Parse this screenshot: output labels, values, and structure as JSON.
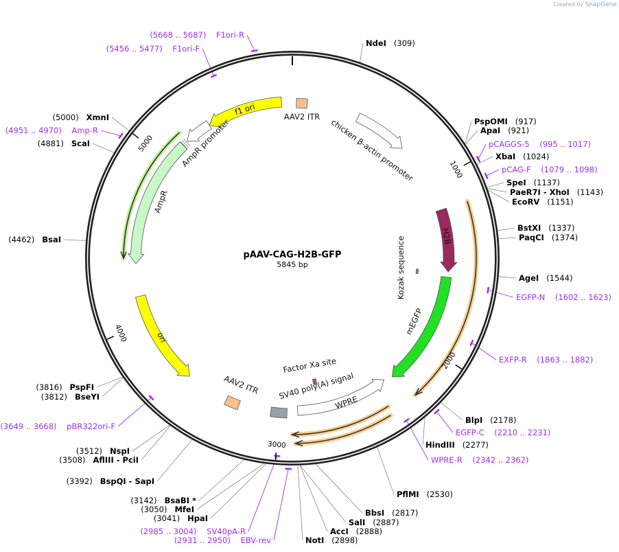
{
  "credit": {
    "prefix": "Created by",
    "brand": "SnapGene"
  },
  "plasmid": {
    "name": "pAAV-CAG-H2B-GFP",
    "length_label": "5845 bp",
    "length_bp": 5845
  },
  "ticks": [
    "1000",
    "2000",
    "3000",
    "4000",
    "5000"
  ],
  "features": [
    {
      "label": "AAV2 ITR",
      "color": "#f9c08f"
    },
    {
      "label": "chicken β-actin promoter",
      "color": "#ffffff"
    },
    {
      "label": "H2B",
      "color": "#9a2a5c"
    },
    {
      "label": "Kozak sequence",
      "color": "#888888"
    },
    {
      "label": "mEGFP",
      "color": "#22e022"
    },
    {
      "label": "Factor Xa site",
      "color": "#a06070"
    },
    {
      "label": "SV40 poly(A) signal",
      "color": "#9aa0a6"
    },
    {
      "label": "WPRE",
      "color": "#ffffff"
    },
    {
      "label": "AAV2 ITR",
      "color": "#f9c08f"
    },
    {
      "label": "ori",
      "color": "#ffff00"
    },
    {
      "label": "AmpR",
      "color": "#c8f7c8"
    },
    {
      "label": "AmpR promoter",
      "color": "#ffffff"
    },
    {
      "label": "f1 ori",
      "color": "#ffff00"
    }
  ],
  "enzymes": [
    {
      "name": "NdeI",
      "pos": "(309)",
      "bp": 309
    },
    {
      "name": "PspOMI",
      "pos": "(917)",
      "bp": 917
    },
    {
      "name": "ApaI",
      "pos": "(921)",
      "bp": 921
    },
    {
      "name": "XbaI",
      "pos": "(1024)",
      "bp": 1024
    },
    {
      "name": "SpeI",
      "pos": "(1137)",
      "bp": 1137
    },
    {
      "name": "PaeR7I  - XhoI",
      "pos": "(1143)",
      "bp": 1143
    },
    {
      "name": "EcoRV",
      "pos": "(1151)",
      "bp": 1151
    },
    {
      "name": "BstXI",
      "pos": "(1337)",
      "bp": 1337
    },
    {
      "name": "PaqCI",
      "pos": "(1374)",
      "bp": 1374
    },
    {
      "name": "AgeI",
      "pos": "(1544)",
      "bp": 1544
    },
    {
      "name": "BlpI",
      "pos": "(2178)",
      "bp": 2178
    },
    {
      "name": "HindIII",
      "pos": "(2277)",
      "bp": 2277
    },
    {
      "name": "PflMI",
      "pos": "(2530)",
      "bp": 2530
    },
    {
      "name": "BbsI",
      "pos": "(2817)",
      "bp": 2817
    },
    {
      "name": "SalI",
      "pos": "(2887)",
      "bp": 2887
    },
    {
      "name": "AccI",
      "pos": "(2888)",
      "bp": 2888
    },
    {
      "name": "NotI",
      "pos": "(2898)",
      "bp": 2898
    },
    {
      "name": "HpaI",
      "pos": "(3041)",
      "bp": 3041
    },
    {
      "name": "MfeI",
      "pos": "(3050)",
      "bp": 3050
    },
    {
      "name": "BsaBI *",
      "pos": "(3142)",
      "bp": 3142
    },
    {
      "name": "BspQI  - SapI",
      "pos": "(3392)",
      "bp": 3392
    },
    {
      "name": "AflIII  - PciI",
      "pos": "(3508)",
      "bp": 3508
    },
    {
      "name": "NspI",
      "pos": "(3512)",
      "bp": 3512
    },
    {
      "name": "BseYI",
      "pos": "(3812)",
      "bp": 3812
    },
    {
      "name": "PspFI",
      "pos": "(3816)",
      "bp": 3816
    },
    {
      "name": "BsaI",
      "pos": "(4462)",
      "bp": 4462
    },
    {
      "name": "ScaI",
      "pos": "(4881)",
      "bp": 4881
    },
    {
      "name": "XmnI",
      "pos": "(5000)",
      "bp": 5000
    }
  ],
  "primers": [
    {
      "name": "pCAGGS-5",
      "range": "(995 .. 1017)",
      "bp": 1006
    },
    {
      "name": "pCAG-F",
      "range": "(1079 .. 1098)",
      "bp": 1088
    },
    {
      "name": "EGFP-N",
      "range": "(1602 .. 1623)",
      "bp": 1612
    },
    {
      "name": "EXFP-R",
      "range": "(1863 .. 1882)",
      "bp": 1872
    },
    {
      "name": "EGFP-C",
      "range": "(2210 .. 2231)",
      "bp": 2220
    },
    {
      "name": "WPRE-R",
      "range": "(2342 .. 2362)",
      "bp": 2352
    },
    {
      "name": "SV40pA-R",
      "range": "(2985 .. 3004)",
      "bp": 2994
    },
    {
      "name": "EBV-rev",
      "range": "(2931 .. 2950)",
      "bp": 2940
    },
    {
      "name": "pBR322ori-F",
      "range": "(3649 .. 3668)",
      "bp": 3658
    },
    {
      "name": "Amp-R",
      "range": "(4951 .. 4970)",
      "bp": 4960
    },
    {
      "name": "F1ori-F",
      "range": "(5456 .. 5477)",
      "bp": 5466
    },
    {
      "name": "F1ori-R",
      "range": "(5668 .. 5687)",
      "bp": 5677
    }
  ],
  "colors": {
    "primer": "#9d2ff0",
    "backbone": "#222222",
    "glow_orange": "#f7c77a",
    "glow_green": "#b8f08a"
  }
}
